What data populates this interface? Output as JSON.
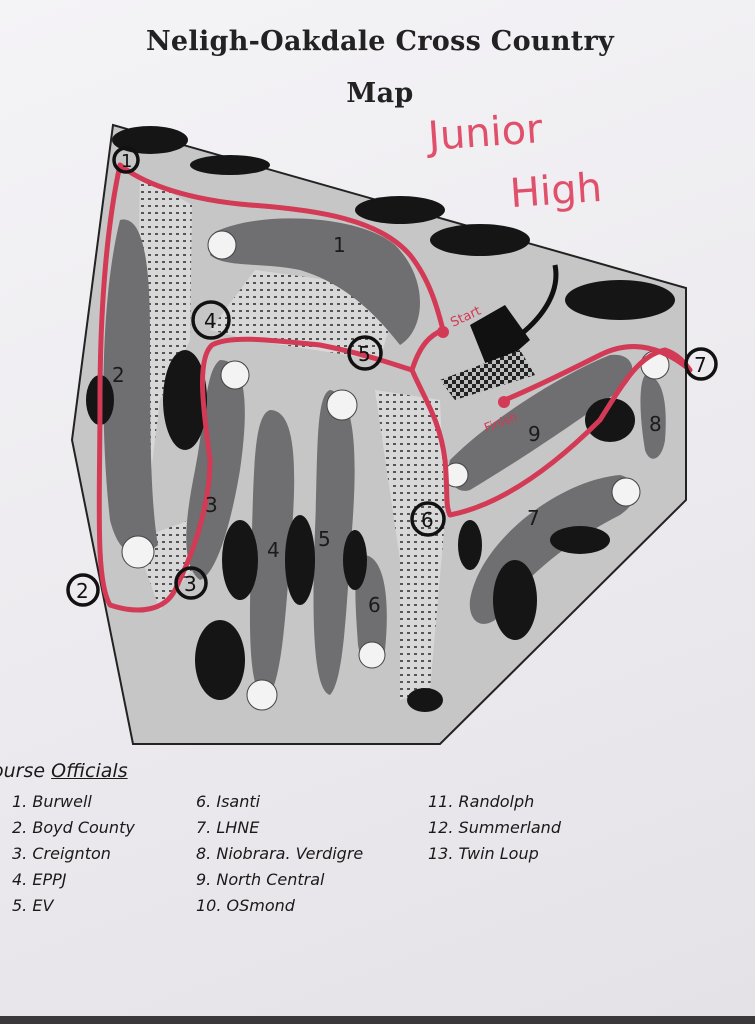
{
  "title": {
    "line1": "Neligh-Oakdale Cross Country",
    "line2": "Map"
  },
  "handwritten": {
    "line1": "Junior",
    "line2": "High",
    "start": "Start",
    "finish": "Finish"
  },
  "fairways": [
    "1",
    "2",
    "3",
    "4",
    "5",
    "6",
    "7",
    "8",
    "9"
  ],
  "checkpoints": [
    "1",
    "2",
    "3",
    "4",
    "5",
    "6",
    "7"
  ],
  "legend": {
    "heading_prefix": "ourse ",
    "heading_underlined": "Officials",
    "column1": [
      "1. Burwell",
      "2. Boyd County",
      "3. Creignton",
      "4. EPPJ",
      "5. EV"
    ],
    "column2": [
      "6. Isanti",
      "7. LHNE",
      "8. Niobrara. Verdigre",
      "9. North Central",
      "10. OSmond"
    ],
    "column3": [
      "11. Randolph",
      "12. Summerland",
      "13. Twin Loup"
    ]
  },
  "colors": {
    "route": "#d23a55",
    "ground": "#c6c6c6",
    "fairway": "#6f6e70",
    "trees": "#151515"
  }
}
